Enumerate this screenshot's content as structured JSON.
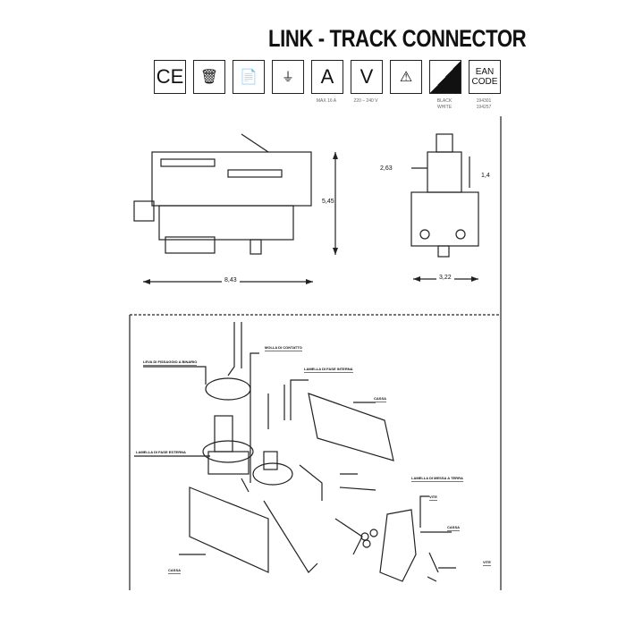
{
  "title": "LINK - TRACK CONNECTOR",
  "icons": [
    {
      "name": "ce-mark-icon",
      "text": "CE"
    },
    {
      "name": "weee-bin-icon",
      "text": ""
    },
    {
      "name": "read-instructions-icon",
      "text": ""
    },
    {
      "name": "ground-icon",
      "text": "⏚"
    },
    {
      "name": "ampere-icon",
      "text": "A",
      "sub": "MAX 16 A"
    },
    {
      "name": "volt-icon",
      "text": "V",
      "sub": "220 – 240 V"
    },
    {
      "name": "high-voltage-icon",
      "text": "⚠"
    },
    {
      "name": "color-icon",
      "text": "",
      "sub1": "BLACK",
      "sub2": "WHITE"
    },
    {
      "name": "ean-code-icon",
      "text1": "EAN",
      "text2": "CODE",
      "sub1": "194301",
      "sub2": "194257"
    }
  ],
  "dimensions": {
    "height": "5,45",
    "length": "8,43",
    "top_offset": "2,63",
    "top_height": "1,4",
    "width": "3,22"
  },
  "parts": [
    "LEVA DI FISSAGGIO A BINARIO",
    "MOLLA DI CONTATTO",
    "LAMELLA DI FASE INTERNA",
    "CASSA",
    "LAMELLA DI FASE ESTERNA",
    "LAMELLA DI MESSA A TERRA",
    "VITE",
    "CASSA",
    "VITE",
    "CASSA"
  ]
}
